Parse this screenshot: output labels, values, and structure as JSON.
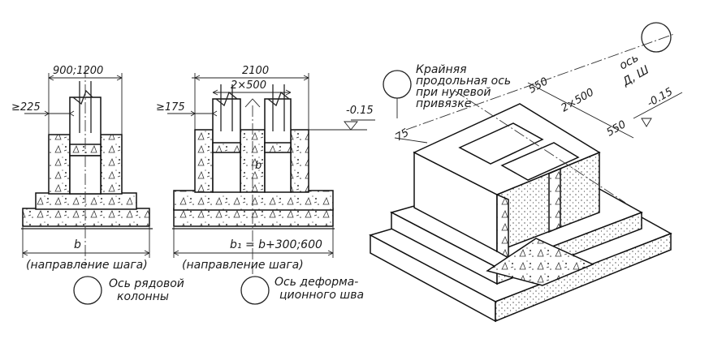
{
  "left_detail": {
    "width_dim": "900;1200",
    "cover_dim": "≥225",
    "base_dim": "b",
    "caption": "(направление шага)",
    "note_lines": [
      "Ось рядовой",
      "колонны"
    ]
  },
  "middle_detail": {
    "width_dim": "2100",
    "gap_dim": "2×500",
    "cover_dim": "≥175",
    "level": "-0.15",
    "inner_mark": "b",
    "base_formula": "b₁ = b+300;600",
    "caption": "(направление шага)",
    "note_lines": [
      "Ось деформа-",
      "ционного шва"
    ]
  },
  "iso_view": {
    "note_lines": [
      "Крайняя",
      "продольная ось",
      "при нулевой",
      "привязке"
    ],
    "dim_550_a": "550",
    "dim_2x500": "2×500",
    "dim_550_b": "550",
    "dim_75": "75",
    "axis_label": "ось",
    "axis_name": "Д, Ш",
    "level": "-0.15"
  }
}
